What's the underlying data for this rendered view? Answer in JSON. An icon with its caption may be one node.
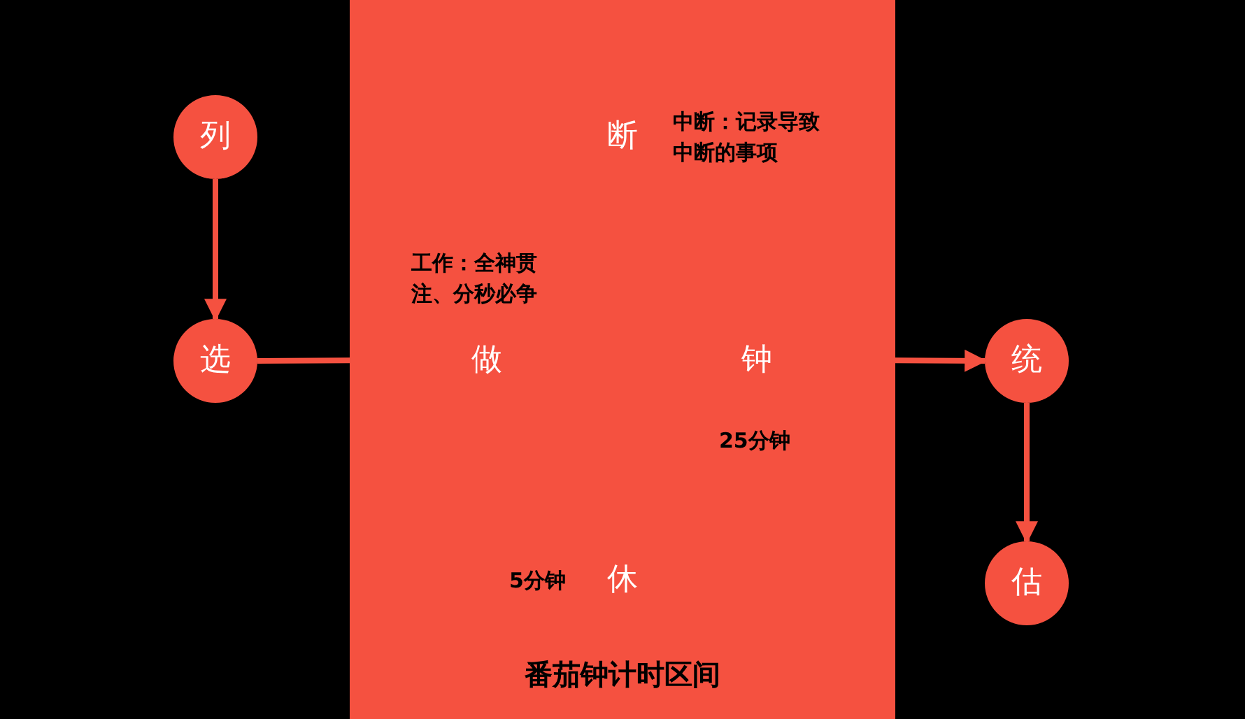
{
  "diagram": {
    "nodes": [
      {
        "text": [
          "列"
        ]
      },
      {
        "text": [
          "选"
        ]
      },
      {
        "text": [
          "番茄钟计时区间"
        ]
      },
      {
        "text": [
          "断"
        ],
        "in": 2,
        "beside": [
          "中断：记录导致中断的事项"
        ]
      },
      {
        "text": [
          "做"
        ],
        "in": 2,
        "beside": [
          "工作：全神贯注、分秒必争"
        ]
      },
      {
        "text": [
          "钟"
        ],
        "in": 2,
        "beside": [
          "25分钟"
        ]
      },
      {
        "text": [
          "休"
        ],
        "in": 2,
        "beside": [
          "5分钟"
        ]
      },
      {
        "text": [
          "统"
        ]
      },
      {
        "text": [
          "估"
        ]
      }
    ],
    "edges": [
      {
        "from": 0,
        "to": 1,
        "arrow": "to"
      },
      {
        "from": 1,
        "to": 2,
        "arrow": "none"
      },
      {
        "from": 2,
        "to": 7,
        "arrow": "to"
      },
      {
        "from": 7,
        "to": 8,
        "arrow": "to"
      }
    ]
  }
}
